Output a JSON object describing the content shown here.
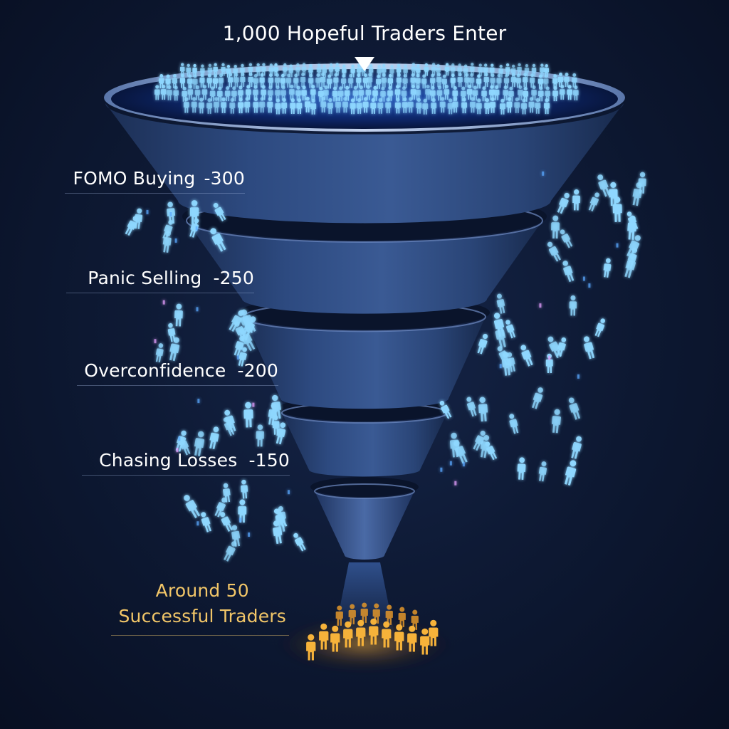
{
  "entry": {
    "text": "1,000 Hopeful Traders Enter",
    "count": 1000
  },
  "stages": [
    {
      "name": "FOMO Buying",
      "loss": "-300"
    },
    {
      "name": "Panic Selling",
      "loss": "-250"
    },
    {
      "name": "Overconfidence",
      "loss": "-200"
    },
    {
      "name": "Chasing Losses",
      "loss": "-150"
    }
  ],
  "survivors": {
    "line1": "Around 50",
    "line2": "Successful Traders",
    "count": 50
  },
  "colors": {
    "background": "#0b1428",
    "funnel": "#2a4576",
    "trader_glow": "#3b8cff",
    "trader_fill": "#8fd8ff",
    "survivor": "#f6b23a",
    "label_text": "#ffffff",
    "survivor_text": "#f2c668"
  },
  "icons": {
    "entry_marker": "down-triangle-icon",
    "person": "person-icon"
  }
}
